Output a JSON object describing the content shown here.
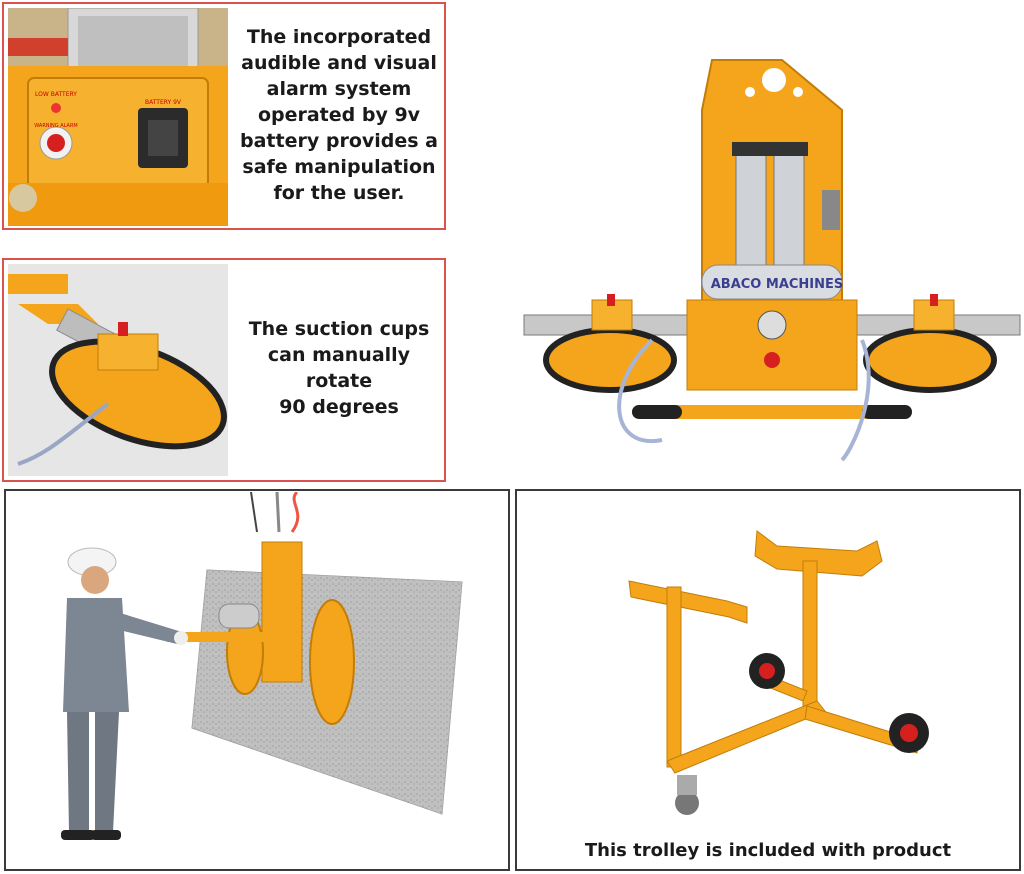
{
  "alarm_panel": {
    "caption_lines": [
      "The incorporated",
      "audible and visual",
      "alarm system",
      "operated by 9v",
      "battery provides a",
      "safe manipulation",
      "for the user."
    ],
    "low_battery_label": "LOW BATTERY",
    "battery_label": "BATTERY 9V",
    "warning_label": "WARNING ALARM"
  },
  "rotation_panel": {
    "caption_lines": [
      "The suction cups",
      "can manually rotate",
      "90 degrees"
    ]
  },
  "lifter_product": {
    "brand_label": "ABACO MACHINES"
  },
  "trolley_panel": {
    "caption": "This trolley is included with product"
  },
  "colors": {
    "accent_orange": "#f4a51c",
    "frame_red": "#d9534f",
    "frame_dark": "#3a3a3a"
  }
}
